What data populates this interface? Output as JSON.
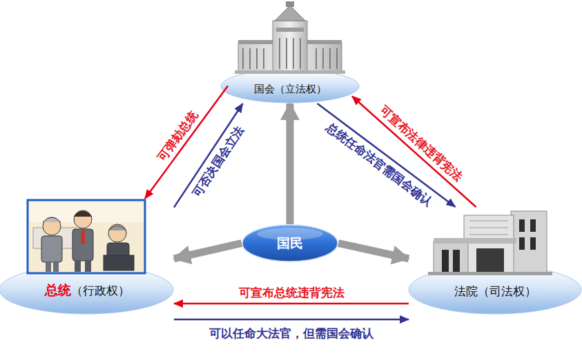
{
  "diagram": {
    "nodes": [
      {
        "text": [
          "国会（立法权）"
        ]
      },
      {
        "text": [
          "国民"
        ]
      },
      {
        "text": [
          "总统",
          "（行政权）"
        ]
      },
      {
        "text": [
          "法院（司法权）"
        ]
      }
    ],
    "edges": [
      {
        "from": 0,
        "to": 2,
        "label": "可弹劾总统",
        "arrow": "to"
      },
      {
        "from": 2,
        "to": 0,
        "label": "可否决国会立法",
        "arrow": "to"
      },
      {
        "from": 3,
        "to": 0,
        "label": "可宣布法律违背宪法",
        "arrow": "to"
      },
      {
        "from": 0,
        "to": 3,
        "label": "总统任命法官需国会确认",
        "arrow": "to"
      },
      {
        "from": 3,
        "to": 2,
        "label": "可宣布总统违背宪法",
        "arrow": "to"
      },
      {
        "from": 2,
        "to": 3,
        "label": "可以任命大法官，但需国会确认",
        "arrow": "to"
      },
      {
        "from": 1,
        "to": 0,
        "arrow": "to"
      },
      {
        "from": 1,
        "to": 2,
        "arrow": "to"
      },
      {
        "from": 1,
        "to": 3,
        "arrow": "to"
      }
    ]
  }
}
